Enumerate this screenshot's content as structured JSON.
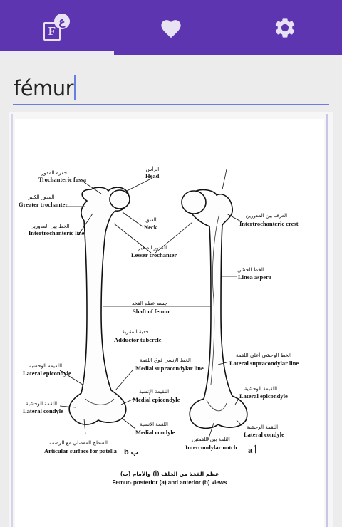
{
  "tabs": [
    {
      "name": "flashcards",
      "icon": "flashcard-logo-icon",
      "box_letter": "F",
      "bubble_letter": "ع",
      "active": true
    },
    {
      "name": "favorites",
      "icon": "heart-icon",
      "active": false
    },
    {
      "name": "settings",
      "icon": "gear-icon",
      "active": false
    }
  ],
  "search": {
    "value": "fémur"
  },
  "colors": {
    "appbar": "#5e35b1",
    "accent": "#6a7de0",
    "indicator": "#ece8f4",
    "background": "#ececec"
  },
  "figure": {
    "labels_left": [
      {
        "ar": "حفرة المدور",
        "en": "Trochanteric fossa"
      },
      {
        "ar": "المدور الكبير",
        "en": "Greater trochanter"
      },
      {
        "ar": "الخط بين المدورين",
        "en": "Intertrochanteric line"
      },
      {
        "ar": "اللقيمة الوحشية",
        "en": "Lateral epicondyle"
      },
      {
        "ar": "اللقمة الوحشية",
        "en": "Lateral condyle"
      },
      {
        "ar": "السطح المفصلي مع الرضفة",
        "en": "Articular surface for patella"
      }
    ],
    "labels_center": [
      {
        "ar": "الرأس",
        "en": "Head"
      },
      {
        "ar": "العنق",
        "en": "Neck"
      },
      {
        "ar": "المدور الصغير",
        "en": "Lesser trochanter"
      },
      {
        "ar": "جسم عظم الفخذ",
        "en": "Shaft of femur"
      },
      {
        "ar": "حدبة المقربة",
        "en": "Adductor tubercle"
      },
      {
        "ar": "الخط الإنسي فوق اللقمة",
        "en": "Medial supracondylar line"
      },
      {
        "ar": "اللقيمة الإنسية",
        "en": "Medial epicondyle"
      },
      {
        "ar": "اللقمة الإنسية",
        "en": "Medial condyle"
      }
    ],
    "labels_right": [
      {
        "ar": "العرف بين المدورين",
        "en": "Intertrochanteric crest"
      },
      {
        "ar": "الخط الخشن",
        "en": "Linea aspera"
      },
      {
        "ar": "الخط الوحشي أعلى اللقمة",
        "en": "Lateral supracondylar line"
      },
      {
        "ar": "اللقيمة الوحشية",
        "en": "Lateral epicondyle"
      },
      {
        "ar": "اللقمة الوحشية",
        "en": "Lateral condyle"
      },
      {
        "ar": "الثلمة بين اللقمتين",
        "en": "Intercondylar notch"
      }
    ],
    "tag_b": "b ب",
    "tag_a": "a أ",
    "caption_ar": "عظم الفخذ من الخلف (أ) والأمام (ب)",
    "caption_en": "Femur- posterior (a) and anterior (b) views"
  }
}
